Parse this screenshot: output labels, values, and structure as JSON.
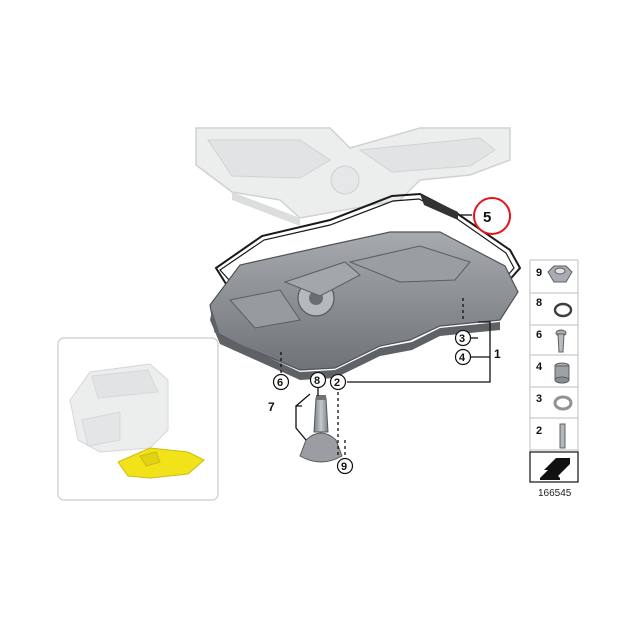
{
  "diagram": {
    "callouts": {
      "c1": "1",
      "c2": "2",
      "c3": "3",
      "c4": "4",
      "c5": "5",
      "c6": "6",
      "c7": "7",
      "c8": "8",
      "c9": "9"
    },
    "legend": [
      {
        "label": "9",
        "part": "nut-icon"
      },
      {
        "label": "8",
        "part": "o-ring-icon"
      },
      {
        "label": "6",
        "part": "bolt-icon"
      },
      {
        "label": "4",
        "part": "plug-icon"
      },
      {
        "label": "3",
        "part": "seal-ring-icon"
      },
      {
        "label": "2",
        "part": "stud-icon"
      }
    ],
    "image_id": "166545",
    "colors": {
      "highlight_circle": "#e0161b",
      "oil_pan_highlight": "#f2e21a",
      "pan_gray": "#8e9296",
      "ghost_gray": "#d4d6d8"
    }
  }
}
